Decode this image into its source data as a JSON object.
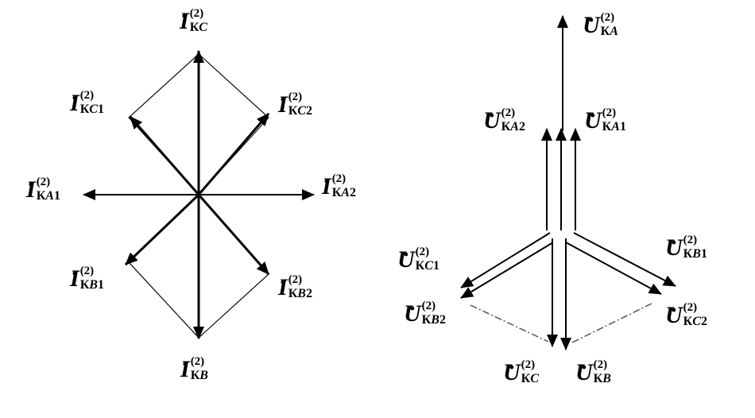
{
  "left": {
    "labels": [
      {
        "key": "ic",
        "letter": "I",
        "sup": "(2)",
        "sub": [
          "К",
          "C",
          ""
        ]
      },
      {
        "key": "ic1",
        "letter": "I",
        "sup": "(2)",
        "sub": [
          "К",
          "C",
          "1"
        ]
      },
      {
        "key": "ic2",
        "letter": "I",
        "sup": "(2)",
        "sub": [
          "К",
          "C",
          "2"
        ]
      },
      {
        "key": "ia1",
        "letter": "I",
        "sup": "(2)",
        "sub": [
          "К",
          "A",
          "1"
        ]
      },
      {
        "key": "ia2",
        "letter": "I",
        "sup": "(2)",
        "sub": [
          "К",
          "A",
          "2"
        ]
      },
      {
        "key": "ib1",
        "letter": "I",
        "sup": "(2)",
        "sub": [
          "К",
          "B",
          "1"
        ]
      },
      {
        "key": "ib2",
        "letter": "I",
        "sup": "(2)",
        "sub": [
          "К",
          "B",
          "2"
        ]
      },
      {
        "key": "ib",
        "letter": "I",
        "sup": "(2)",
        "sub": [
          "К",
          "B",
          ""
        ]
      }
    ]
  },
  "right": {
    "labels": [
      {
        "key": "ua",
        "letter": "U",
        "sup": "(2)",
        "sub": [
          "К",
          "A",
          ""
        ]
      },
      {
        "key": "ua2",
        "letter": "U",
        "sup": "(2)",
        "sub": [
          "К",
          "A",
          "2"
        ]
      },
      {
        "key": "ua1",
        "letter": "U",
        "sup": "(2)",
        "sub": [
          "К",
          "A",
          "1"
        ]
      },
      {
        "key": "uc1",
        "letter": "U",
        "sup": "(2)",
        "sub": [
          "К",
          "C",
          "1"
        ]
      },
      {
        "key": "ub1",
        "letter": "U",
        "sup": "(2)",
        "sub": [
          "К",
          "B",
          "1"
        ]
      },
      {
        "key": "ub2",
        "letter": "U",
        "sup": "(2)",
        "sub": [
          "К",
          "B",
          "2"
        ]
      },
      {
        "key": "uc2",
        "letter": "U",
        "sup": "(2)",
        "sub": [
          "К",
          "C",
          "2"
        ]
      },
      {
        "key": "uc",
        "letter": "U",
        "sup": "(2)",
        "sub": [
          "К",
          "C",
          ""
        ]
      },
      {
        "key": "ub",
        "letter": "U",
        "sup": "(2)",
        "sub": [
          "К",
          "B",
          ""
        ]
      }
    ]
  }
}
